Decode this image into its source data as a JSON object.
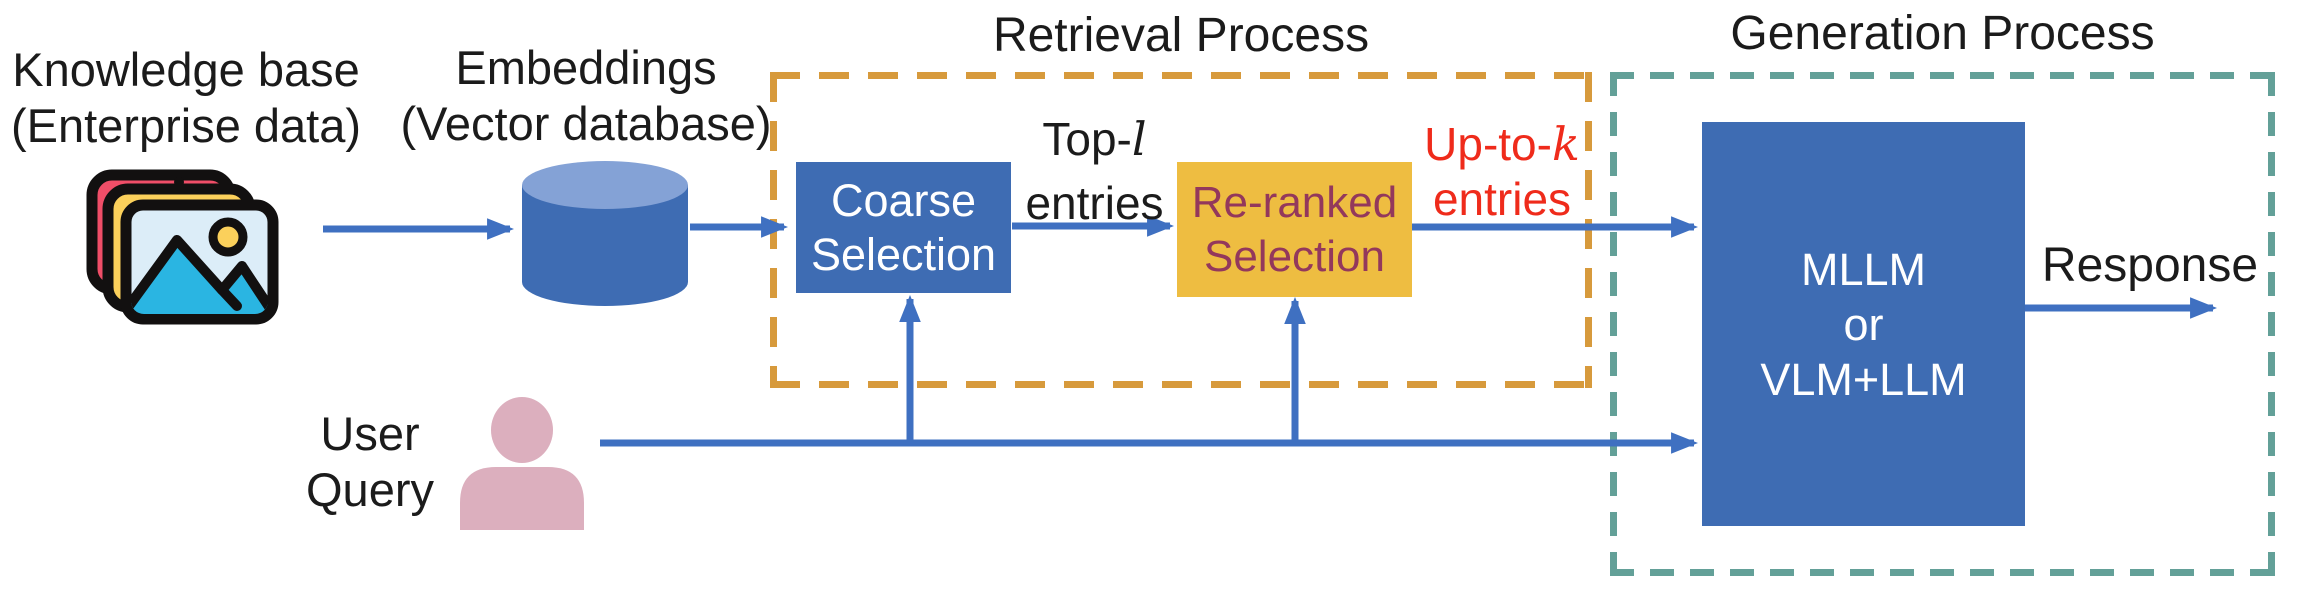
{
  "colors": {
    "black_text": "#1b1b1b",
    "diagram_blue": "#3e6cb3",
    "arrow_blue": "#3f70c1",
    "cylinder_top": "#84a2d6",
    "orange_dash": "#d79a3c",
    "teal_dash": "#63a098",
    "yellow_box": "#eebd41",
    "maroon_text": "#93385c",
    "red_text": "#ef2b1b",
    "pink_person": "#dcafbe",
    "icon_red": "#f04e68",
    "icon_yellow": "#fbd05b",
    "icon_lightblue": "#dcedf8",
    "icon_cyan": "#2ab5e2",
    "icon_outline": "#121010"
  },
  "stages": {
    "knowledge_base": {
      "line1": "Knowledge base",
      "line2": "(Enterprise data)",
      "icon": "images-stack-icon"
    },
    "embeddings": {
      "line1": "Embeddings",
      "line2": "(Vector database)",
      "icon": "database-cylinder-icon"
    },
    "user_query": {
      "line1": "User",
      "line2": "Query",
      "icon": "user-person-icon"
    }
  },
  "retrieval": {
    "title": "Retrieval Process",
    "coarse_box": {
      "line1": "Coarse",
      "line2": "Selection"
    },
    "reranked_box": {
      "line1": "Re-ranked",
      "line2": "Selection"
    },
    "top_l": {
      "prefix": "Top-",
      "variable": "l",
      "line2": "entries"
    },
    "up_to_k": {
      "prefix": "Up-to-",
      "variable": "k",
      "line2": "entries"
    }
  },
  "generation": {
    "title": "Generation Process",
    "model_box": {
      "line1": "MLLM",
      "line2": "or",
      "line3": "VLM+LLM"
    },
    "response_label": "Response"
  }
}
